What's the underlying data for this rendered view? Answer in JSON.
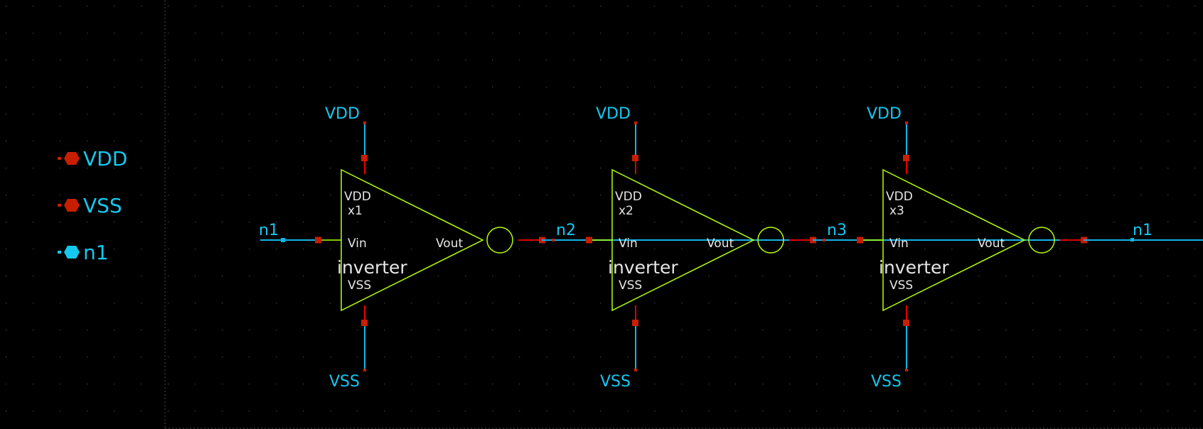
{
  "colors": {
    "background": "#000000",
    "grid_dot": "#3a3a3a",
    "wire": "#14b4e6",
    "label": "#14c8f0",
    "symbol": "#b4ff00",
    "pin": "#c81e00",
    "pin_wire": "#e00000",
    "text": "#e6e6e6"
  },
  "pins": [
    {
      "name": "VDD",
      "icon": "power-pin-icon",
      "color": "#c81e00"
    },
    {
      "name": "VSS",
      "icon": "power-pin-icon",
      "color": "#c81e00"
    },
    {
      "name": "n1",
      "icon": "signal-pin-icon",
      "color": "#14c8f0"
    }
  ],
  "instances": [
    {
      "instance": "x1",
      "cell": "inverter",
      "pin_vdd": "VDD",
      "pin_vss": "VSS",
      "pin_in": "Vin",
      "pin_out": "Vout",
      "supply_top": "VDD",
      "supply_bottom": "VSS",
      "input_net": "n1",
      "output_net": "n2"
    },
    {
      "instance": "x2",
      "cell": "inverter",
      "pin_vdd": "VDD",
      "pin_vss": "VSS",
      "pin_in": "Vin",
      "pin_out": "Vout",
      "supply_top": "VDD",
      "supply_bottom": "VSS",
      "input_net": "n2",
      "output_net": "n3"
    },
    {
      "instance": "x3",
      "cell": "inverter",
      "pin_vdd": "VDD",
      "pin_vss": "VSS",
      "pin_in": "Vin",
      "pin_out": "Vout",
      "supply_top": "VDD",
      "supply_bottom": "VSS",
      "input_net": "n3",
      "output_net": "n1"
    }
  ]
}
